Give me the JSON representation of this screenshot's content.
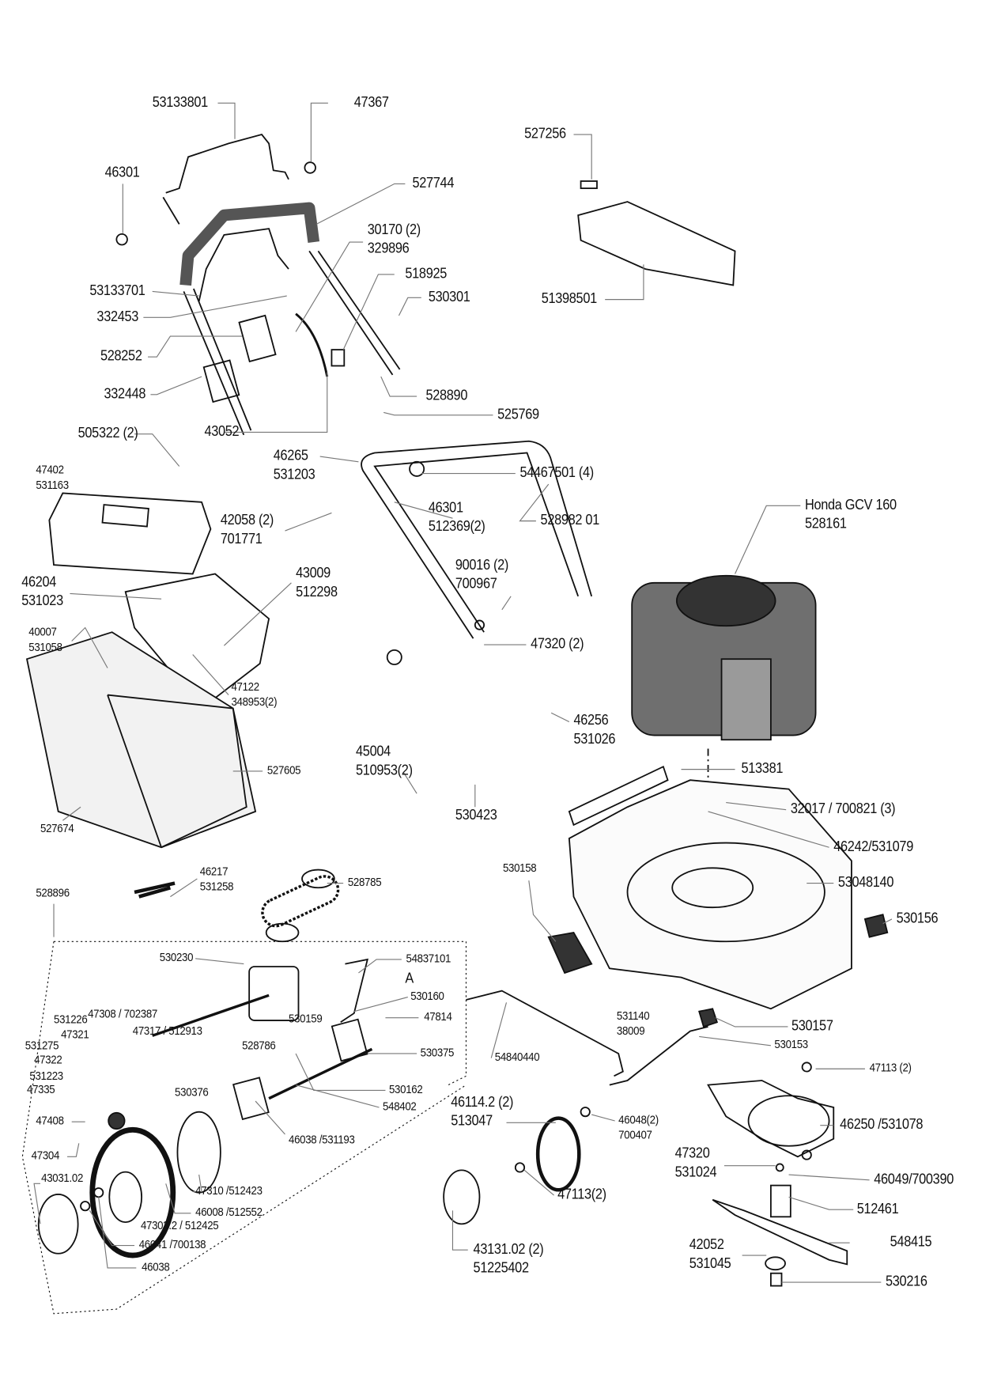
{
  "diagram": {
    "type": "exploded parts diagram",
    "callouts": [
      [
        "53133801"
      ],
      [
        "47367"
      ],
      [
        "46301"
      ],
      [
        "527744"
      ],
      [
        "30170 (2)",
        "329896"
      ],
      [
        "518925"
      ],
      [
        "53133701"
      ],
      [
        "530301"
      ],
      [
        "332453"
      ],
      [
        "528252"
      ],
      [
        "332448"
      ],
      [
        "528890"
      ],
      [
        "525769"
      ],
      [
        "43052"
      ],
      [
        "505322 (2)"
      ],
      [
        "46265",
        "531203"
      ],
      [
        "54467501 (4)"
      ],
      [
        "47402",
        "531163"
      ],
      [
        "46301",
        "512369(2)"
      ],
      [
        "528982 01"
      ],
      [
        "Honda GCV 160",
        "528161"
      ],
      [
        "42058 (2)",
        "701771"
      ],
      [
        "43009",
        "512298"
      ],
      [
        "46204",
        "531023"
      ],
      [
        "90016 (2)",
        "700967"
      ],
      [
        "40007",
        "531058"
      ],
      [
        "47320 (2)"
      ],
      [
        "47122",
        "348953(2)"
      ],
      [
        "46256",
        "531026"
      ],
      [
        "45004",
        "510953(2)"
      ],
      [
        "513381"
      ],
      [
        "527605"
      ],
      [
        "530423"
      ],
      [
        "32017 / 700821 (3)"
      ],
      [
        "527674"
      ],
      [
        "46242/531079"
      ],
      [
        "46217",
        "531258"
      ],
      [
        "530158"
      ],
      [
        "528896"
      ],
      [
        "528785"
      ],
      [
        "53048140"
      ],
      [
        "530156"
      ],
      [
        "530230"
      ],
      [
        "54837101"
      ],
      [
        "A"
      ],
      [
        "530160"
      ],
      [
        "531226"
      ],
      [
        "47308 / 702387"
      ],
      [
        "531140",
        "38009"
      ],
      [
        "530157"
      ],
      [
        "530159"
      ],
      [
        "47814"
      ],
      [
        "47321"
      ],
      [
        "47317 / 512913"
      ],
      [
        "528786"
      ],
      [
        "530153"
      ],
      [
        "531275"
      ],
      [
        "530375"
      ],
      [
        "47322"
      ],
      [
        "54840440"
      ],
      [
        "47113 (2)"
      ],
      [
        "531223"
      ],
      [
        "47335"
      ],
      [
        "530162"
      ],
      [
        "530376"
      ],
      [
        "548402"
      ],
      [
        "46114.2 (2)",
        "513047"
      ],
      [
        "46048(2)",
        "700407"
      ],
      [
        "46250 /531078"
      ],
      [
        "46038 /531193"
      ],
      [
        "47408"
      ],
      [
        "47304"
      ],
      [
        "47320",
        "531024"
      ],
      [
        "46049/700390"
      ],
      [
        "43031.02"
      ],
      [
        "47310 /512423"
      ],
      [
        "47113(2)"
      ],
      [
        "512461"
      ],
      [
        "46008 /512552"
      ],
      [
        "47303.2 / 512425"
      ],
      [
        "46041 /700138"
      ],
      [
        "548415"
      ],
      [
        "42052",
        "531045"
      ],
      [
        "43131.02 (2)",
        "51225402"
      ],
      [
        "46038"
      ],
      [
        "530216"
      ],
      [
        "527256"
      ],
      [
        "51398501"
      ]
    ]
  }
}
